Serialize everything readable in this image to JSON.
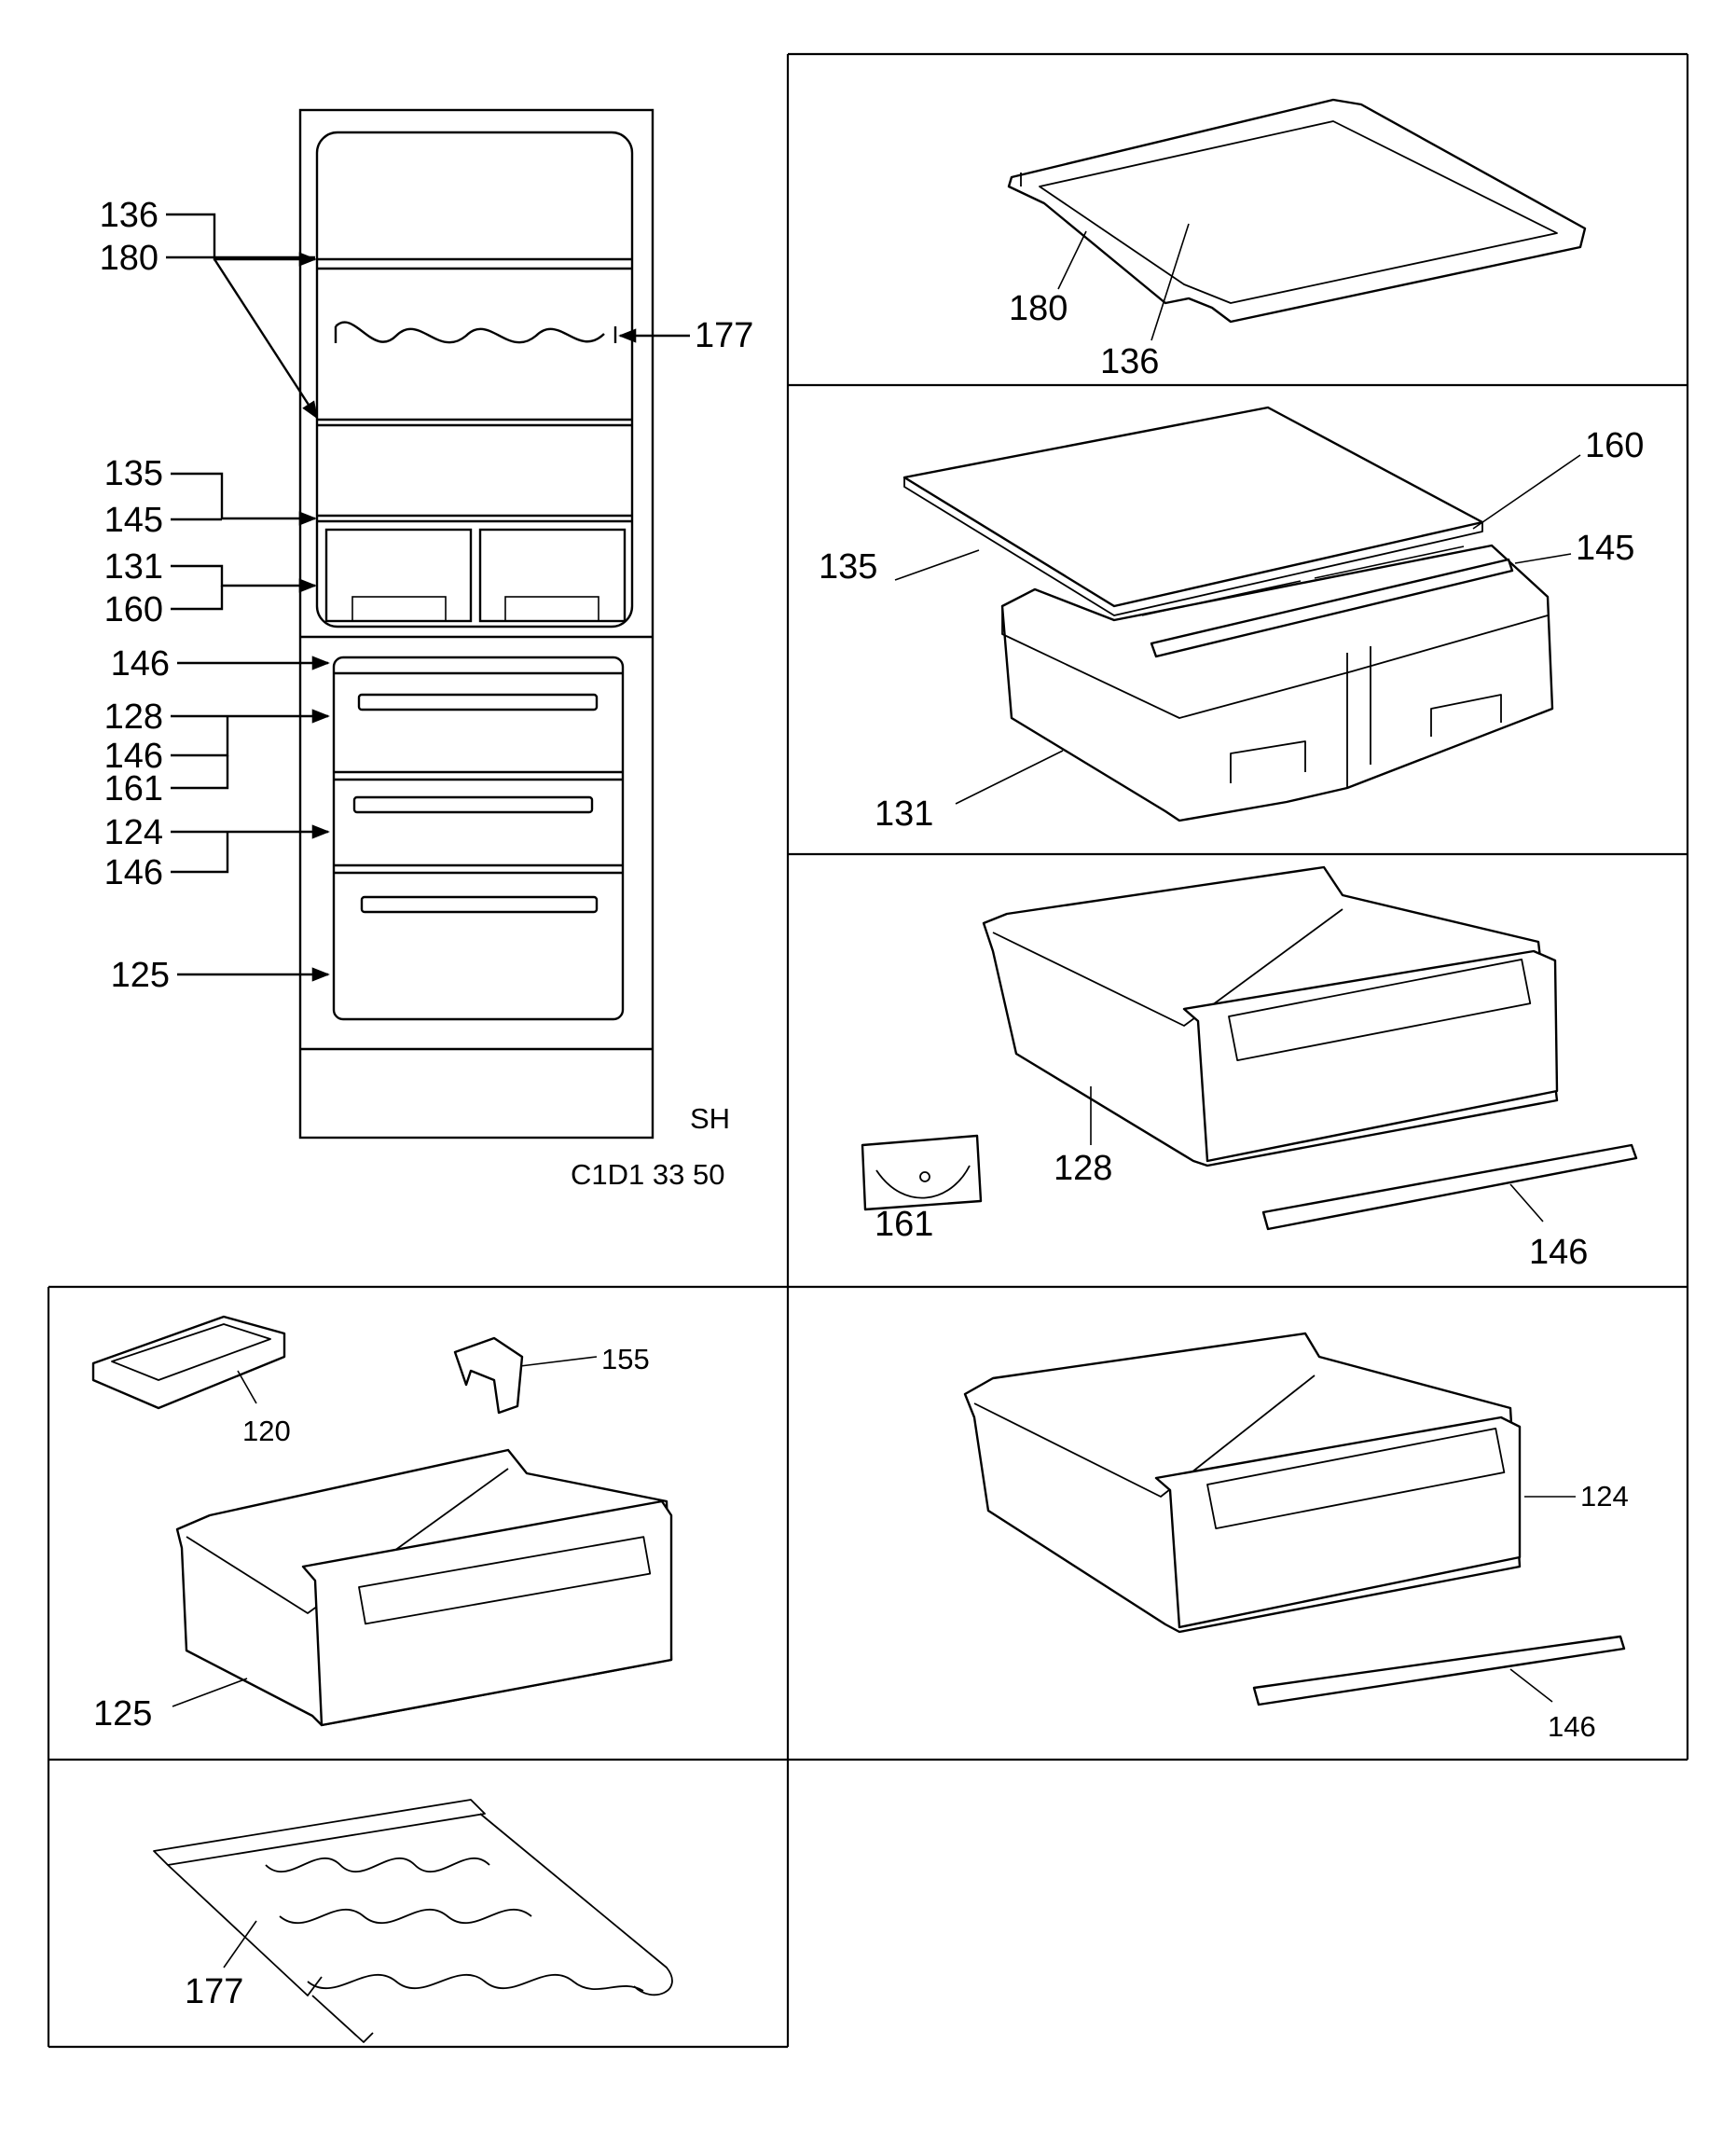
{
  "overview": {
    "labels_left": [
      "136",
      "180",
      "135",
      "145",
      "131",
      "160",
      "146",
      "128",
      "146",
      "161",
      "124",
      "146",
      "125"
    ],
    "label_right": "177",
    "variant_code": "SH",
    "model_code": "C1D1 33 50"
  },
  "panels": {
    "shelf_glass": {
      "labels": [
        "180",
        "136"
      ]
    },
    "crisper_assembly": {
      "labels": [
        "160",
        "135",
        "145",
        "131"
      ]
    },
    "freezer_drawer_top": {
      "labels": [
        "128",
        "161",
        "146"
      ]
    },
    "ice_tray_and_bottom_drawer": {
      "labels": [
        "155",
        "120",
        "125"
      ]
    },
    "freezer_drawer_middle": {
      "labels": [
        "124",
        "146"
      ]
    },
    "bottle_rack": {
      "labels": [
        "177"
      ]
    }
  }
}
